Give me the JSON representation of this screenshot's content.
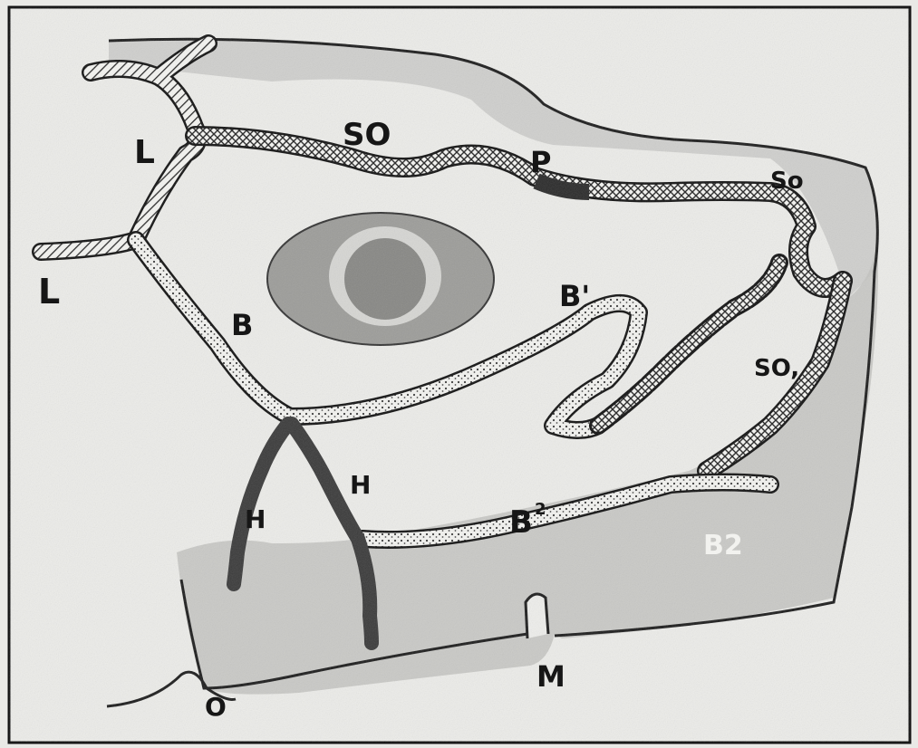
{
  "labels": {
    "so_top": "SO",
    "p": "P",
    "so_right": "So",
    "l_upper": "L",
    "l_lower": "L",
    "b": "B",
    "b1": "B'",
    "so_inner": "SO,",
    "h_left": "H",
    "h_right": "H",
    "b2": "B",
    "b2_sup": "2",
    "b2_right": "B2",
    "m": "M",
    "o": "O"
  },
  "colors": {
    "background": "#e9e9e6",
    "outline": "#1c1c1c",
    "body_shade": "#c9c9c6",
    "eye_outer": "#9d9d9a",
    "eye_ring": "#dcdcd9",
    "eye_inner": "#8a8a87",
    "heart_vessel": "#3a3a3a",
    "p_segment": "#2a2a2a"
  }
}
